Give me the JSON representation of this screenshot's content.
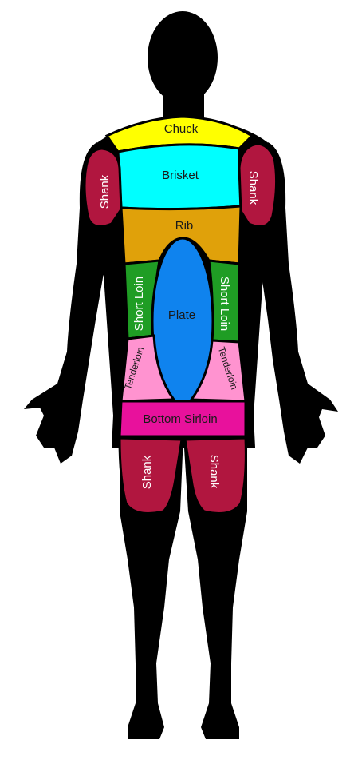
{
  "diagram": {
    "regions": {
      "chuck": {
        "label": "Chuck",
        "color": "#ffff00"
      },
      "brisket": {
        "label": "Brisket",
        "color": "#00ffff"
      },
      "shank_arm_l": {
        "label": "Shank",
        "color": "#b1163f"
      },
      "shank_arm_r": {
        "label": "Shank",
        "color": "#b1163f"
      },
      "rib": {
        "label": "Rib",
        "color": "#e0a10a"
      },
      "short_loin_l": {
        "label": "Short Loin",
        "color": "#1f9d24"
      },
      "short_loin_r": {
        "label": "Short Loin",
        "color": "#1f9d24"
      },
      "plate": {
        "label": "Plate",
        "color": "#0f83ee"
      },
      "tenderloin_l": {
        "label": "Tenderloin",
        "color": "#ff93d0"
      },
      "tenderloin_r": {
        "label": "Tenderloin",
        "color": "#ff93d0"
      },
      "bottom_sirloin": {
        "label": "Bottom Sirloin",
        "color": "#e8119c"
      },
      "shank_leg_l": {
        "label": "Shank",
        "color": "#b1163f"
      },
      "shank_leg_r": {
        "label": "Shank",
        "color": "#b1163f"
      }
    },
    "silhouette_color": "#000000"
  }
}
